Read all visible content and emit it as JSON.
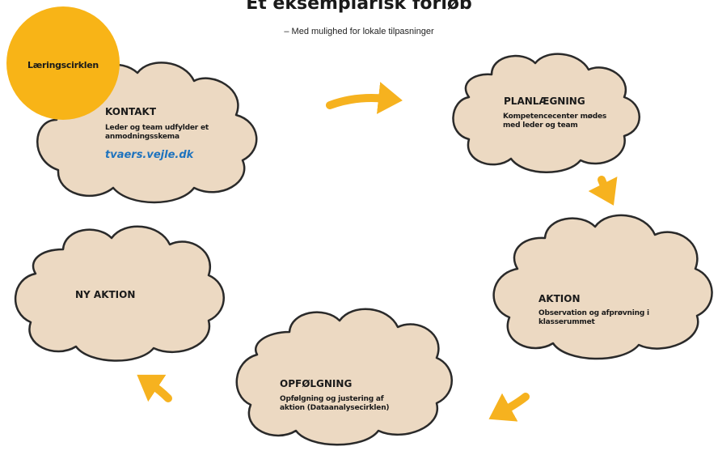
{
  "header": {
    "title": "Et eksemplarisk forløb",
    "subtitle": "– Med mulighed for lokale tilpasninger"
  },
  "badge": {
    "label": "Læringscirklen",
    "color": "#f8b417"
  },
  "colors": {
    "cloud_fill": "#ecd9c2",
    "cloud_stroke": "#2a2a2a",
    "arrow": "#f6b21f",
    "link": "#1e73be"
  },
  "stages": {
    "kontakt": {
      "title": "KONTAKT",
      "description_line1": "Leder og team udfylder et",
      "description_line2": "anmodningsskema",
      "link": "tvaers.vejle.dk"
    },
    "planlaegning": {
      "title": "PLANLÆGNING",
      "description_line1": "Kompetencecenter mødes",
      "description_line2": "med leder og team"
    },
    "aktion": {
      "title": "AKTION",
      "description_line1": "Observation og afprøvning i",
      "description_line2": "klasserummet"
    },
    "opfoelgning": {
      "title": "OPFØLGNING",
      "description_line1": "Opfølgning og justering af",
      "description_line2": "aktion (Dataanalysecirklen)"
    },
    "ny_aktion": {
      "title": "NY AKTION"
    }
  }
}
